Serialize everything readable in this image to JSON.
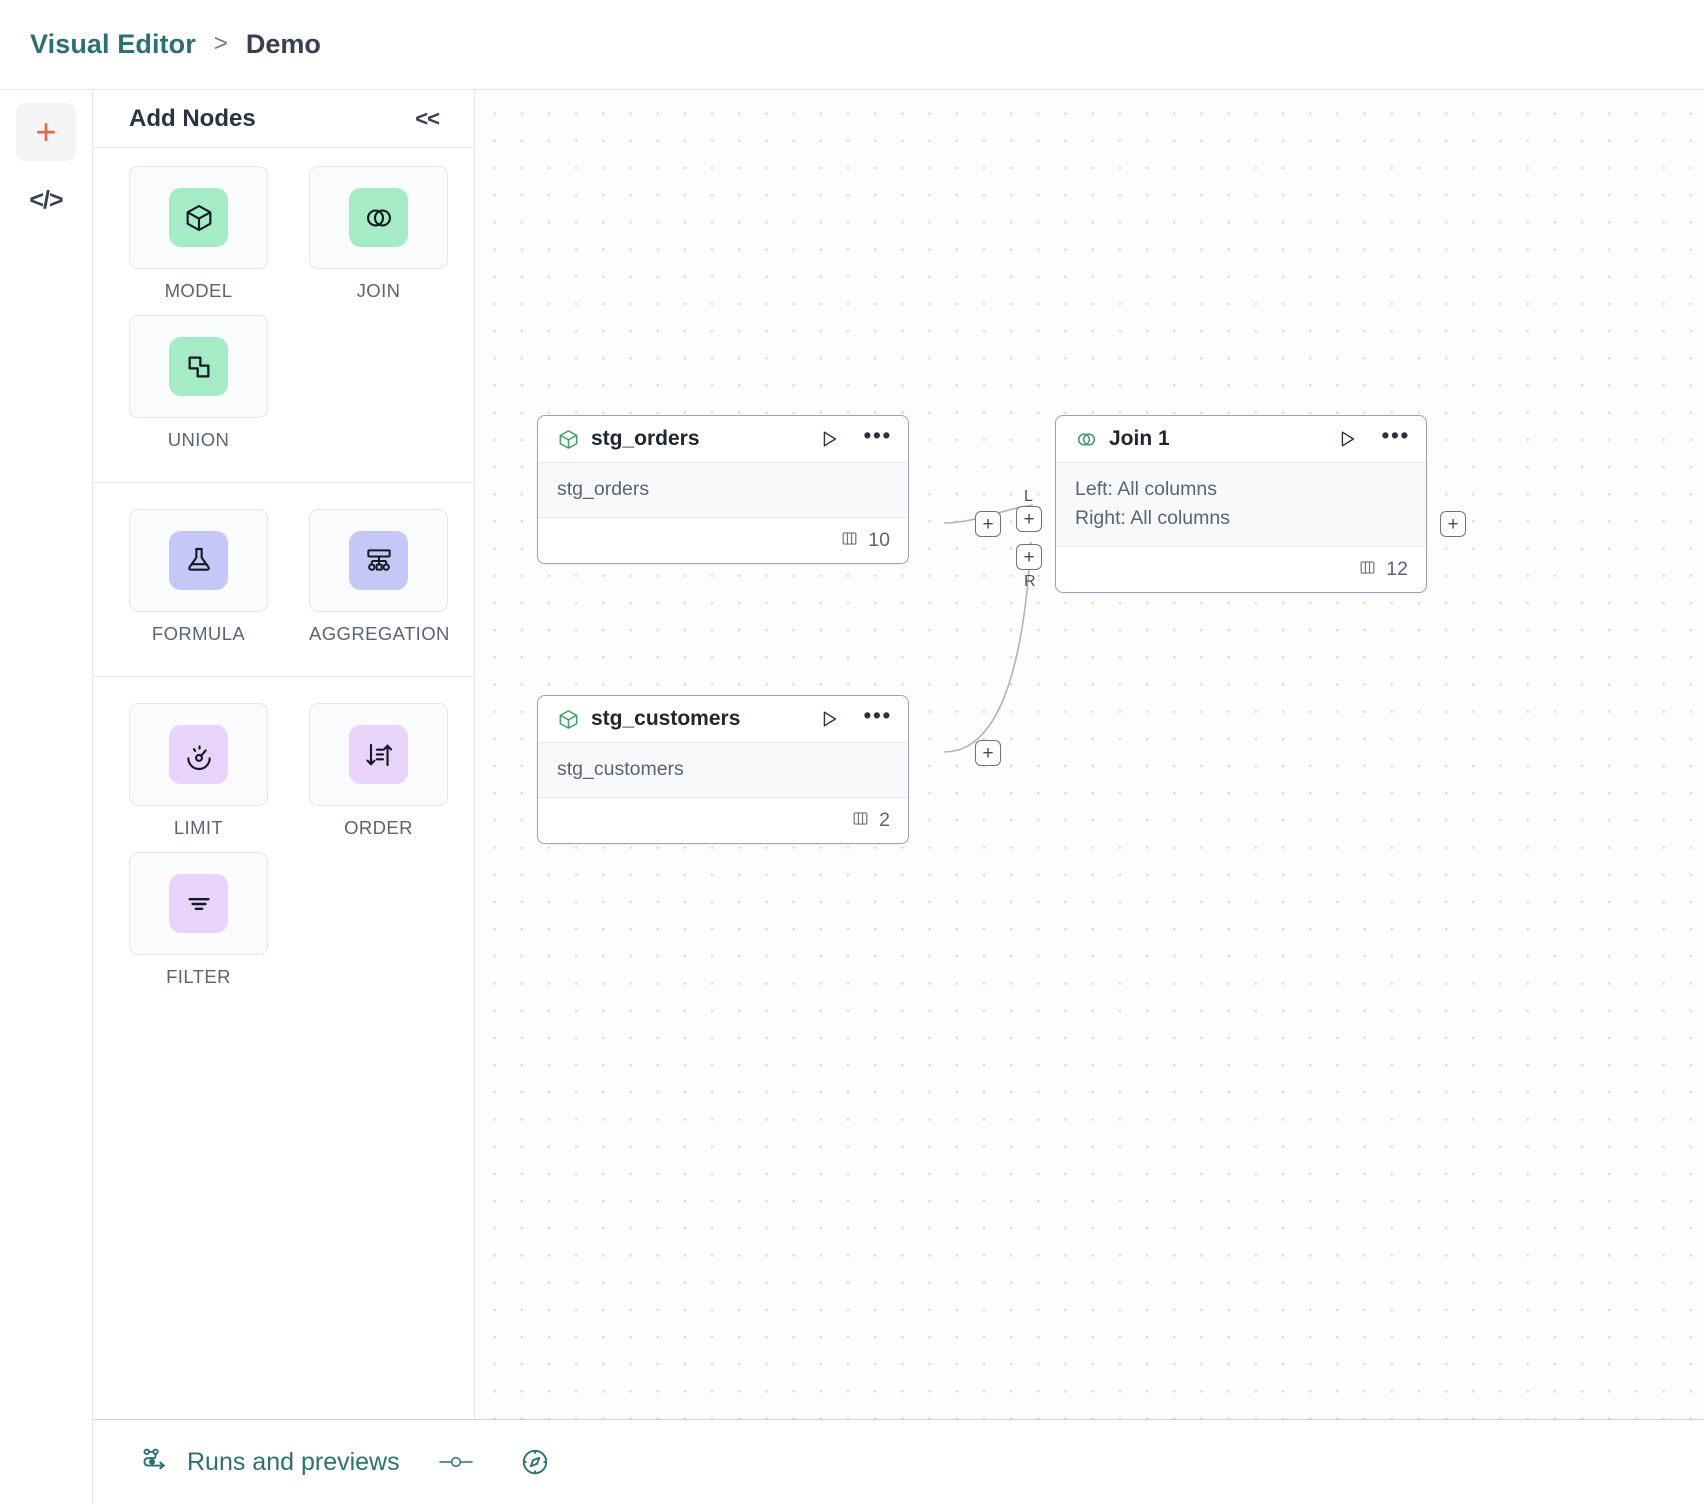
{
  "header": {
    "crumb_root": "Visual Editor",
    "crumb_sep": ">",
    "crumb_leaf": "Demo"
  },
  "rail": {
    "add_icon": "plus-icon",
    "code_icon": "code-icon",
    "code_glyph": "</>",
    "plus_glyph": "+"
  },
  "panel": {
    "title": "Add Nodes",
    "collapse_glyph": "<<",
    "groups": [
      {
        "items": [
          {
            "label": "MODEL",
            "icon": "cube-icon",
            "swatch": "#a5ecc6"
          },
          {
            "label": "JOIN",
            "icon": "venn-icon",
            "swatch": "#a5ecc6"
          },
          {
            "label": "UNION",
            "icon": "union-icon",
            "swatch": "#a5ecc6"
          }
        ]
      },
      {
        "items": [
          {
            "label": "FORMULA",
            "icon": "flask-icon",
            "swatch": "#c3c8f7"
          },
          {
            "label": "AGGREGATION",
            "icon": "aggregation-icon",
            "swatch": "#c3c8f7"
          }
        ]
      },
      {
        "items": [
          {
            "label": "LIMIT",
            "icon": "gauge-icon",
            "swatch": "#e8d3fa"
          },
          {
            "label": "ORDER",
            "icon": "sort-icon",
            "swatch": "#e8d3fa"
          },
          {
            "label": "FILTER",
            "icon": "filter-icon",
            "swatch": "#e8d3fa"
          }
        ]
      }
    ]
  },
  "canvas": {
    "nodes": [
      {
        "id": "stg_orders",
        "icon": "cube-icon",
        "title": "stg_orders",
        "body": [
          "stg_orders"
        ],
        "column_count": "10",
        "run_icon": "play-icon",
        "more_icon": "more-icon",
        "columns_icon": "columns-icon"
      },
      {
        "id": "stg_customers",
        "icon": "cube-icon",
        "title": "stg_customers",
        "body": [
          "stg_customers"
        ],
        "column_count": "2",
        "run_icon": "play-icon",
        "more_icon": "more-icon",
        "columns_icon": "columns-icon"
      },
      {
        "id": "join1",
        "icon": "venn-icon",
        "title": "Join 1",
        "body": [
          "Left: All columns",
          "Right: All columns"
        ],
        "column_count": "12",
        "run_icon": "play-icon",
        "more_icon": "more-icon",
        "columns_icon": "columns-icon"
      }
    ],
    "handles": {
      "plus_glyph": "+",
      "left_tag": "L",
      "right_tag": "R"
    }
  },
  "bottombar": {
    "runs_label": "Runs and previews",
    "runs_icon": "pipeline-icon",
    "slider_icon": "slider-icon",
    "compass_icon": "compass-icon"
  },
  "colors": {
    "accent_teal": "#2d7073",
    "accent_orange": "#f2633f",
    "node_green": "#3f9e6b",
    "panel_border": "#e3e7ec"
  }
}
